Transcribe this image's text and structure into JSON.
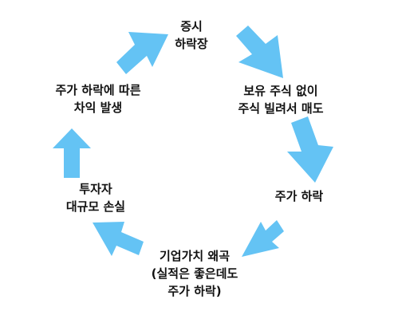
{
  "colors": {
    "arrow": "#64c3f4",
    "text": "#111111",
    "background": "#ffffff"
  },
  "nodes": [
    {
      "id": "market-drop",
      "lines": [
        "증시",
        "하락장"
      ]
    },
    {
      "id": "short-sale",
      "lines": [
        "보유 주식 없이",
        "주식 빌려서 매도"
      ]
    },
    {
      "id": "price-drop",
      "lines": [
        "주가 하락"
      ]
    },
    {
      "id": "value-distortion",
      "lines": [
        "기업가치 왜곡",
        "(실적은 좋은데도",
        "주가 하락)"
      ]
    },
    {
      "id": "investor-loss",
      "lines": [
        "투자자",
        "대규모 손실"
      ]
    },
    {
      "id": "profit",
      "lines": [
        "주가 하락에 따른",
        "차익 발생"
      ]
    }
  ],
  "cycle_direction": "clockwise"
}
